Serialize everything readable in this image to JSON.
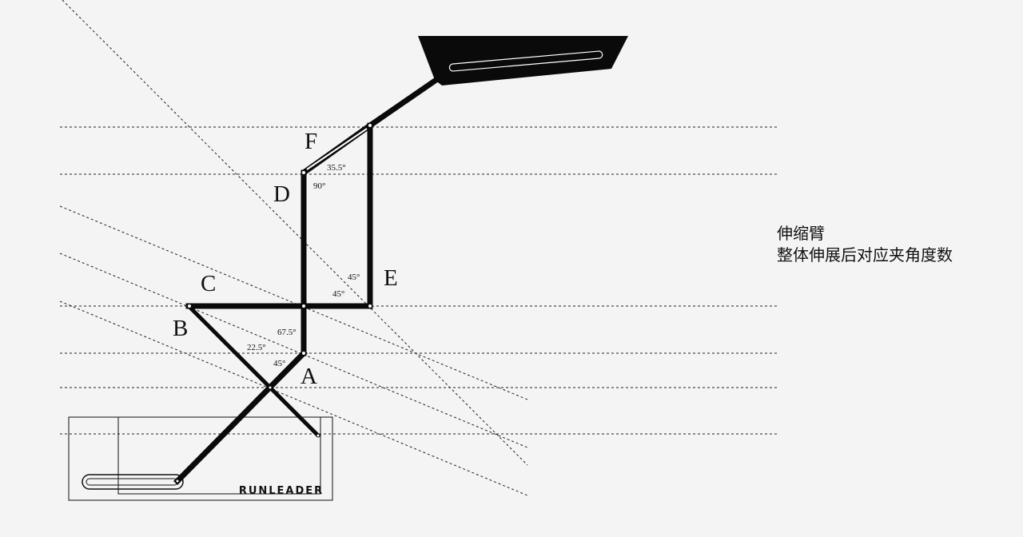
{
  "caption": {
    "line1": "伸缩臂",
    "line2": "整体伸展后对应夹角度数"
  },
  "base_logo": "RUNLEADER",
  "points": {
    "A": "A",
    "B": "B",
    "C": "C",
    "D": "D",
    "E": "E",
    "F": "F"
  },
  "angles": {
    "f_top": "35.5°",
    "d_corner": "90°",
    "e_upper": "45°",
    "e_lower": "45°",
    "b_vert": "67.5°",
    "b_diag": "22.5°",
    "a_lower": "45°"
  },
  "colors": {
    "background": "#f4f4f4",
    "ink": "#0a0a0a"
  }
}
